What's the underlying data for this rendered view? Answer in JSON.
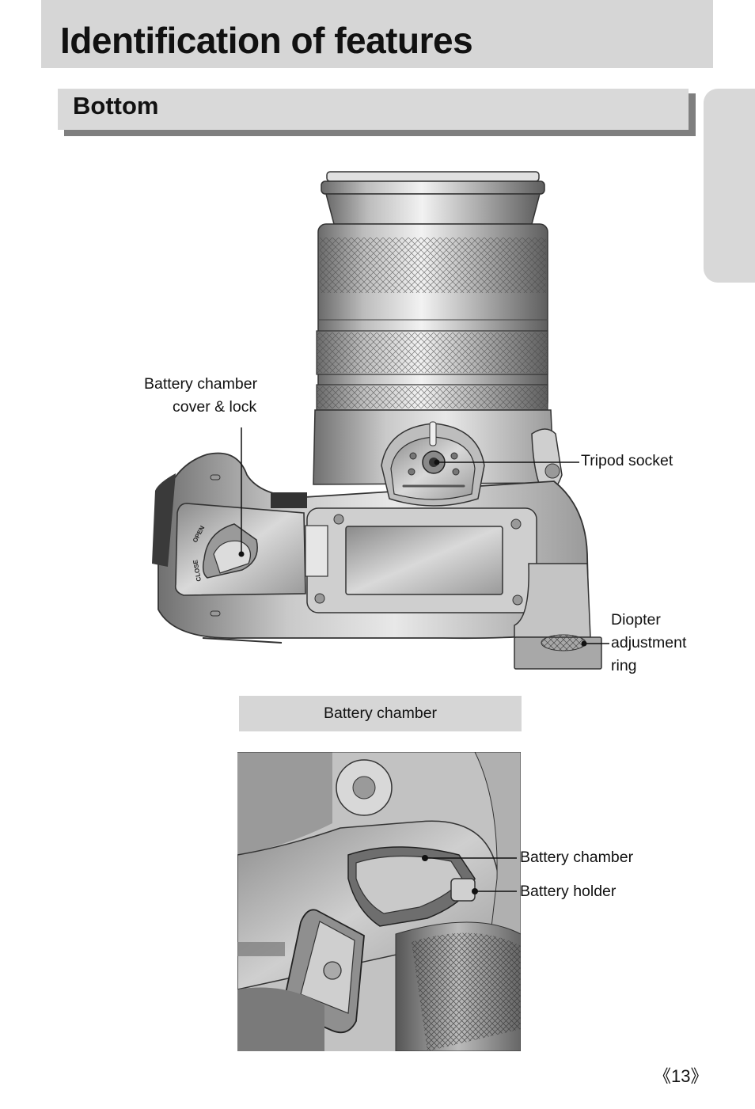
{
  "header": {
    "title": "Identification of features"
  },
  "section": {
    "title": "Bottom"
  },
  "labels": {
    "battery_cover_line1": "Battery chamber",
    "battery_cover_line2": "cover & lock",
    "tripod_socket": "Tripod socket",
    "diopter_line1": "Diopter",
    "diopter_line2": "adjustment",
    "diopter_line3": "ring",
    "dial_open": "OPEN",
    "dial_close": "CLOSE",
    "chamber_caption": "Battery chamber",
    "battery_chamber": "Battery chamber",
    "battery_holder": "Battery holder"
  },
  "footer": {
    "page": "《13》"
  },
  "colors": {
    "title_bar": "#d6d6d6",
    "sub_shadow": "#7f7f7f",
    "side_tab": "#d8d8d8"
  }
}
